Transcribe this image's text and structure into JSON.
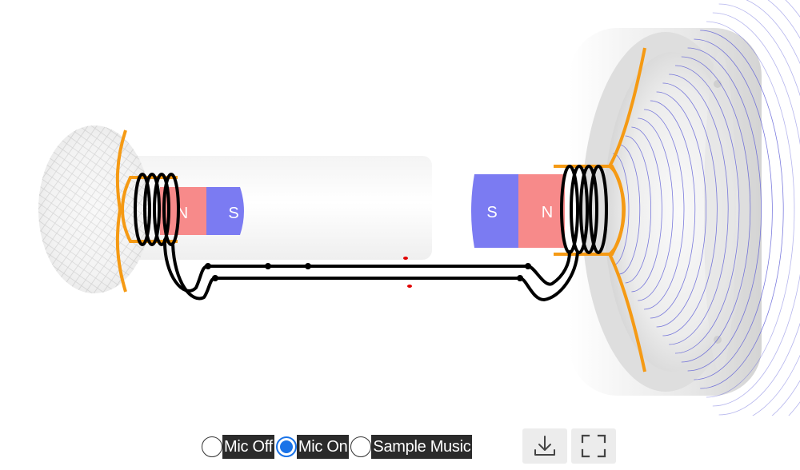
{
  "magnets": {
    "mic": {
      "north": "N",
      "south": "S"
    },
    "speaker": {
      "north": "N",
      "south": "S"
    }
  },
  "colors": {
    "north": "#f78a8a",
    "south": "#7b7bf2",
    "coil": "#f59a14",
    "wire": "#000000",
    "sound_wave": "#5b5bd6",
    "signal_dot": "#e00000",
    "selected_radio": "#1a73e8"
  },
  "controls": {
    "modes": [
      {
        "label": "Mic Off",
        "checked": false
      },
      {
        "label": "Mic On",
        "checked": true
      },
      {
        "label": "Sample Music",
        "checked": false
      }
    ],
    "download_icon": "download-icon",
    "fullscreen_icon": "fullscreen-icon"
  }
}
